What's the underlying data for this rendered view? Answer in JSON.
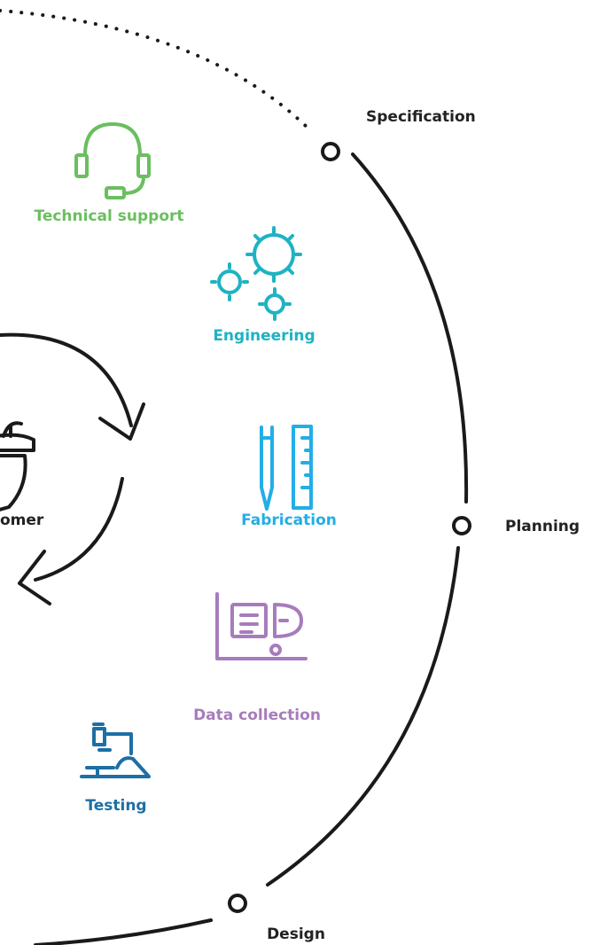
{
  "stages": {
    "specification": "Specification",
    "planning": "Planning",
    "design": "Design"
  },
  "services": {
    "technical_support": {
      "label": "Technical support",
      "color": "#6abf5e",
      "icon": "headset-icon"
    },
    "engineering": {
      "label": "Engineering",
      "color": "#1eb3c3",
      "icon": "gears-icon"
    },
    "fabrication": {
      "label": "Fabrication",
      "color": "#22aee6",
      "icon": "pencil-ruler-icon"
    },
    "data_collection": {
      "label": "Data collection",
      "color": "#a77cbc",
      "icon": "notebook-chart-icon"
    },
    "testing": {
      "label": "Testing",
      "color": "#1d6fa5",
      "icon": "microscope-icon"
    }
  },
  "center": {
    "label": "omer",
    "icon": "hard-hat-icon"
  },
  "colors": {
    "ring": "#1a1a1a",
    "text": "#222222"
  }
}
